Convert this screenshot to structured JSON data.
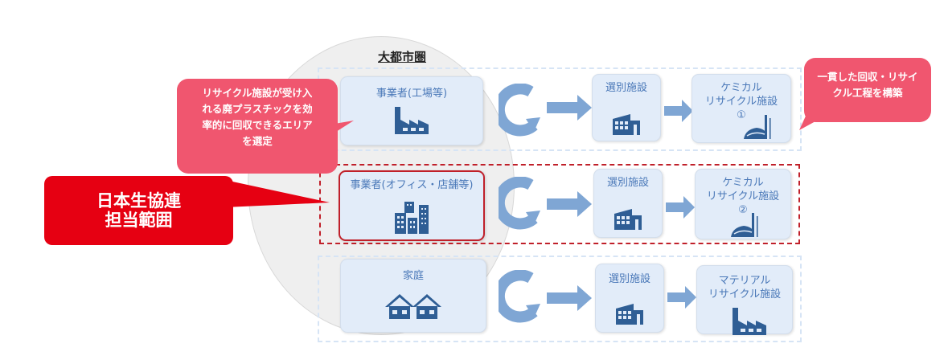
{
  "title": "大都市圏",
  "colors": {
    "card_bg": "#e2ecf9",
    "card_text": "#4a78b8",
    "icon": "#2f5e95",
    "arrow": "#7fa6d4",
    "pink_callout": "#f0566f",
    "red_callout": "#e60012",
    "highlight_border": "#c0202a"
  },
  "callouts": {
    "left_pink": "リサイクル施設が受け入れる廃プラスチックを効率的に回収できるエリアを選定",
    "left_pink_lines": [
      "リサイクル施設が受け入",
      "れる廃プラスチックを効",
      "率的に回収できるエリア",
      "を選定"
    ],
    "right_pink_lines": [
      "一貫した回収・リサイ",
      "クル工程を構築"
    ],
    "red_lines": [
      "日本生協連",
      "担当範囲"
    ]
  },
  "lanes": [
    {
      "source": {
        "label": "事業者(工場等)",
        "icon": "factory-icon"
      },
      "sorting": {
        "label": "選別施設",
        "icon": "building-icon"
      },
      "recycling": {
        "lines": [
          "ケミカル",
          "リサイクル施設",
          "①"
        ],
        "icon": "chemical-plant-icon"
      },
      "highlighted": false
    },
    {
      "source": {
        "label": "事業者(オフィス・店舗等)",
        "icon": "office-buildings-icon"
      },
      "sorting": {
        "label": "選別施設",
        "icon": "building-icon"
      },
      "recycling": {
        "lines": [
          "ケミカル",
          "リサイクル施設",
          "②"
        ],
        "icon": "chemical-plant-icon"
      },
      "highlighted": true
    },
    {
      "source": {
        "label": "家庭",
        "icon": "houses-icon"
      },
      "sorting": {
        "label": "選別施設",
        "icon": "building-icon"
      },
      "recycling": {
        "lines": [
          "マテリアル",
          "リサイクル施設"
        ],
        "icon": "factory-icon"
      },
      "highlighted": false
    }
  ]
}
